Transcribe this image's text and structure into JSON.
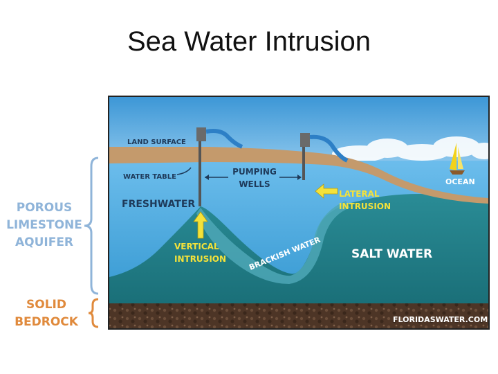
{
  "slide": {
    "title": "Sea Water Intrusion"
  },
  "side_labels": {
    "aquifer": [
      "POROUS",
      "LIMESTONE",
      "AQUIFER"
    ],
    "bedrock": [
      "SOLID",
      "BEDROCK"
    ]
  },
  "diagram": {
    "land_surface": "LAND SURFACE",
    "water_table": "WATER TABLE",
    "pumping_wells": [
      "PUMPING",
      "WELLS"
    ],
    "lateral_intrusion": [
      "LATERAL",
      "INTRUSION"
    ],
    "ocean": "OCEAN",
    "freshwater": "FRESHWATER",
    "vertical_intrusion": [
      "VERTICAL",
      "INTRUSION"
    ],
    "salt_water": "SALT WATER",
    "brackish_water": "BRACKISH WATER",
    "credit": "FLORIDASWATER.COM"
  },
  "colors": {
    "sky": "#4aa3df",
    "land": "#c49a6c",
    "freshwater": "#5bb2e6",
    "saltwater": "#1f7f8a",
    "bedrock": "#5a4030",
    "arrow": "#f4e23a",
    "orange_label": "#e08a3c",
    "blue_label": "#8fb4d9"
  }
}
